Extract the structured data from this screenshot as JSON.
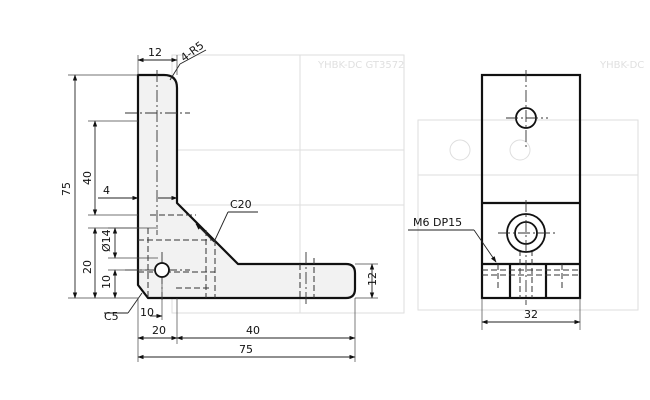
{
  "front_view": {
    "dims": {
      "top_width": "12",
      "corner_radius": "4-R5",
      "overall_height": "75",
      "upper_height": "40",
      "offset_4": "4",
      "chamfer_large": "C20",
      "hole_dia": "Ø14",
      "height_20": "20",
      "height_10": "10",
      "chamfer_small": "C5",
      "offset_10": "10",
      "base_thickness": "12",
      "width_20": "20",
      "width_40": "40",
      "overall_width": "75"
    }
  },
  "side_view": {
    "dims": {
      "thread_note": "M6 DP15",
      "width": "32"
    }
  },
  "ghost_text": {
    "a": "YHBK-DC GT3572",
    "b": "YHBK-DC"
  }
}
